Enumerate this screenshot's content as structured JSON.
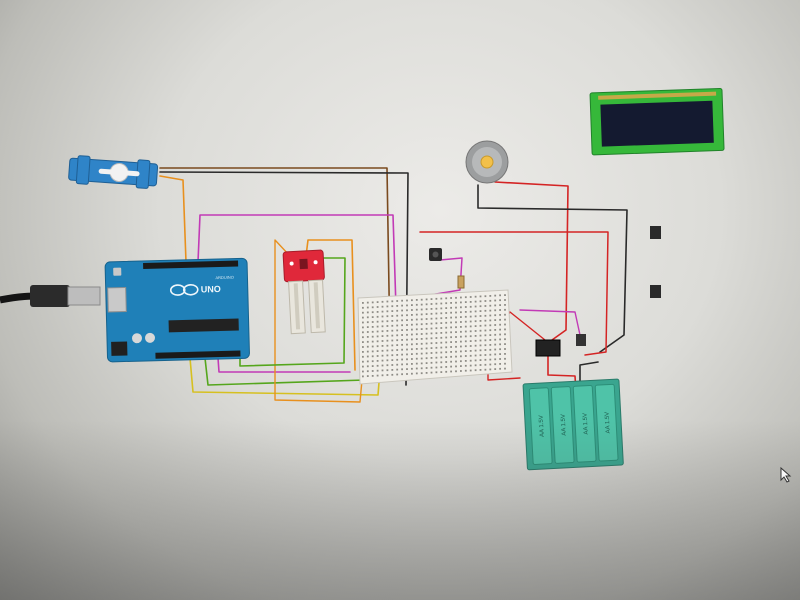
{
  "workspace": {
    "title": "",
    "components": {
      "arduino": {
        "logo_text": "UNO",
        "brand": "ARDUINO"
      },
      "battery": {
        "cell_label": "AA 1.5V",
        "cell_count": 4
      },
      "lcd": {
        "type": "LCD 16x2 I2C"
      },
      "soil_sensor": {
        "type": "soil moisture sensor"
      },
      "servo": {
        "type": "micro servo"
      },
      "motor": {
        "type": "DC motor"
      },
      "relay": {
        "type": "relay"
      },
      "breadboard": {
        "type": "breadboard"
      },
      "usb": {
        "type": "USB cable"
      }
    },
    "wire_colors": {
      "red": "#d42424",
      "black": "#2a2a2a",
      "orange": "#e8901e",
      "magenta": "#c23ab6",
      "green": "#55a61c",
      "yellow": "#d6c020",
      "brown": "#7a4a1e"
    },
    "colors": {
      "arduino": "#1f80b8",
      "sensor": "#e0283a",
      "battery": "#3aa58f",
      "lcd_frame": "#36b83a",
      "lcd_screen": "#141a30"
    }
  }
}
